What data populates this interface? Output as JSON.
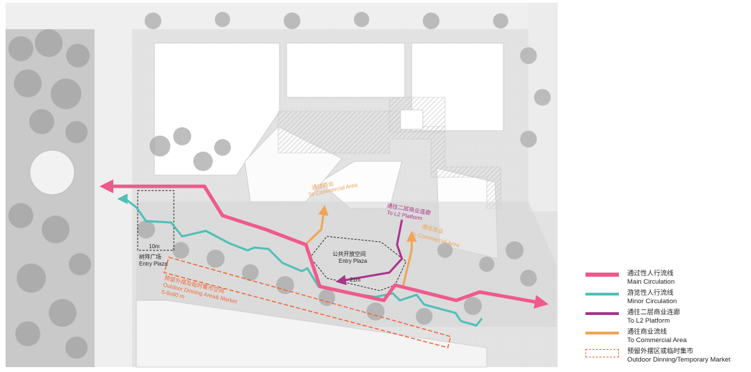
{
  "colors": {
    "main": "#ee5a8c",
    "minor": "#4fbfb8",
    "l2": "#a8348a",
    "commercial": "#f0a455",
    "market": "#f06a3a"
  },
  "map_labels": {
    "ten_m": "10m",
    "entry_plaza_cn": "树阵广场",
    "entry_plaza_en": "Entry Plaza",
    "public_plaza_cn": "公共开放空间",
    "public_plaza_en": "Entry Plaza",
    "twentyone_m": "21m",
    "commercial_a_cn": "通往商业",
    "commercial_a_en": "To Commercial Area",
    "l2_cn": "通往二层商业连廊",
    "l2_en": "To L2 Platform",
    "commercial_b_cn": "通往商业",
    "commercial_b_en": "To Commercial Area",
    "market_cn": "预留外摆及临时集市空间",
    "market_en": "Outdoor Dinning Area& Market",
    "market_size": "5-8x80 m"
  },
  "legend": [
    {
      "cn": "通过性人行流线",
      "en": "Main Circulation",
      "color": "#ee5a8c",
      "style": "thick"
    },
    {
      "cn": "游览性人行流线",
      "en": "Minor Circulation",
      "color": "#4fbfb8",
      "style": "medium"
    },
    {
      "cn": "通往二层商业连廊",
      "en": "To L2 Platform",
      "color": "#a8348a",
      "style": "thin"
    },
    {
      "cn": "通往商业流线",
      "en": "To Commercial Area",
      "color": "#f0a455",
      "style": "thin"
    },
    {
      "cn": "预留外摆区或临时集市",
      "en": "Outdoor Dinning/Temporary Market",
      "color": "#f06a3a",
      "style": "dashed"
    }
  ]
}
